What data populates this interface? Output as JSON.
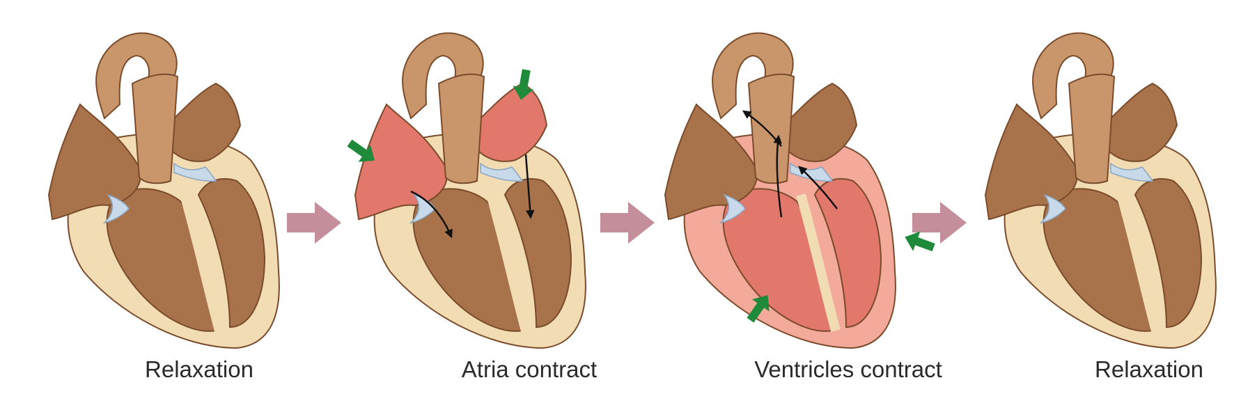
{
  "stages": [
    {
      "label": "Relaxation",
      "atria_contracted": false,
      "ventricles_contracted": false
    },
    {
      "label": "Atria contract",
      "atria_contracted": true,
      "ventricles_contracted": false
    },
    {
      "label": "Ventricles contract",
      "atria_contracted": false,
      "ventricles_contracted": true
    },
    {
      "label": "Relaxation",
      "atria_contracted": false,
      "ventricles_contracted": false
    }
  ],
  "colors": {
    "muscle": "#a8734a",
    "muscle_dark": "#7a4b2b",
    "muscle_light": "#c9966b",
    "pericardium": "#f2dcb3",
    "contract": "#e2776c",
    "contract_light": "#f4aa9b",
    "valve": "#c8d9ea",
    "stage_arrow": "#c48e9b",
    "squeeze_arrow": "#1f8a3a",
    "flow_arrow": "#111111"
  }
}
